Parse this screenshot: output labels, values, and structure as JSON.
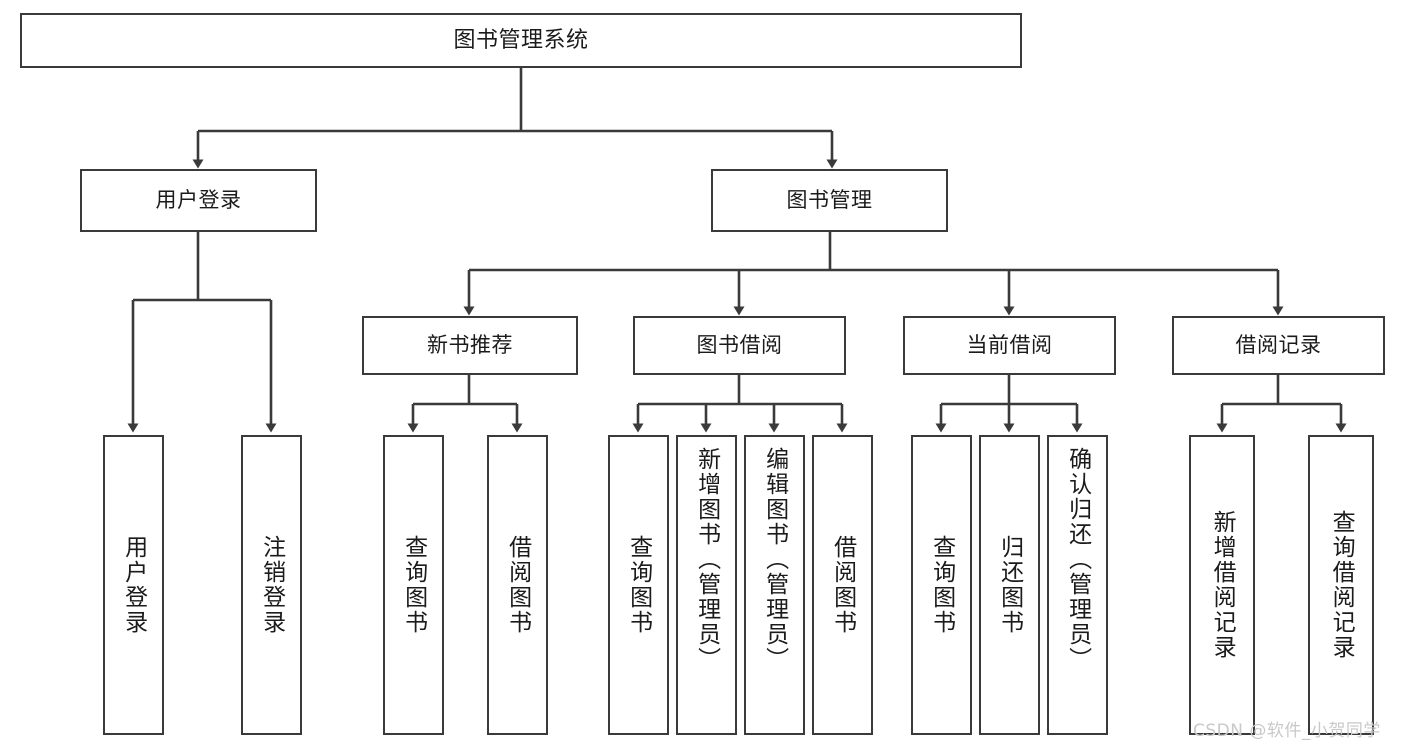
{
  "diagram": {
    "title": "图书管理系统",
    "type": "hierarchy-tree",
    "watermark": "CSDN @软件_小贺同学",
    "colors": {
      "box_border": "#3a3a3a",
      "box_fill": "#ffffff",
      "connector": "#3a3a3a",
      "text": "#1b1b1b",
      "watermark": "#c9c9c9",
      "background": "#ffffff"
    },
    "root": {
      "label": "图书管理系统"
    },
    "level1": [
      {
        "label": "用户登录"
      },
      {
        "label": "图书管理"
      }
    ],
    "level2": [
      {
        "label": "新书推荐"
      },
      {
        "label": "图书借阅"
      },
      {
        "label": "当前借阅"
      },
      {
        "label": "借阅记录"
      }
    ],
    "leaves": {
      "user_login": [
        {
          "label": "用户登录"
        },
        {
          "label": "注销登录"
        }
      ],
      "new_book": [
        {
          "label": "查询图书"
        },
        {
          "label": "借阅图书"
        }
      ],
      "borrow_book": [
        {
          "label": "查询图书"
        },
        {
          "label": "新增图书（管理员）"
        },
        {
          "label": "编辑图书（管理员）"
        },
        {
          "label": "借阅图书"
        }
      ],
      "current_borrow": [
        {
          "label": "查询图书"
        },
        {
          "label": "归还图书"
        },
        {
          "label": "确认归还（管理员）"
        }
      ],
      "borrow_record": [
        {
          "label": "新增借阅记录"
        },
        {
          "label": "查询借阅记录"
        }
      ]
    }
  }
}
